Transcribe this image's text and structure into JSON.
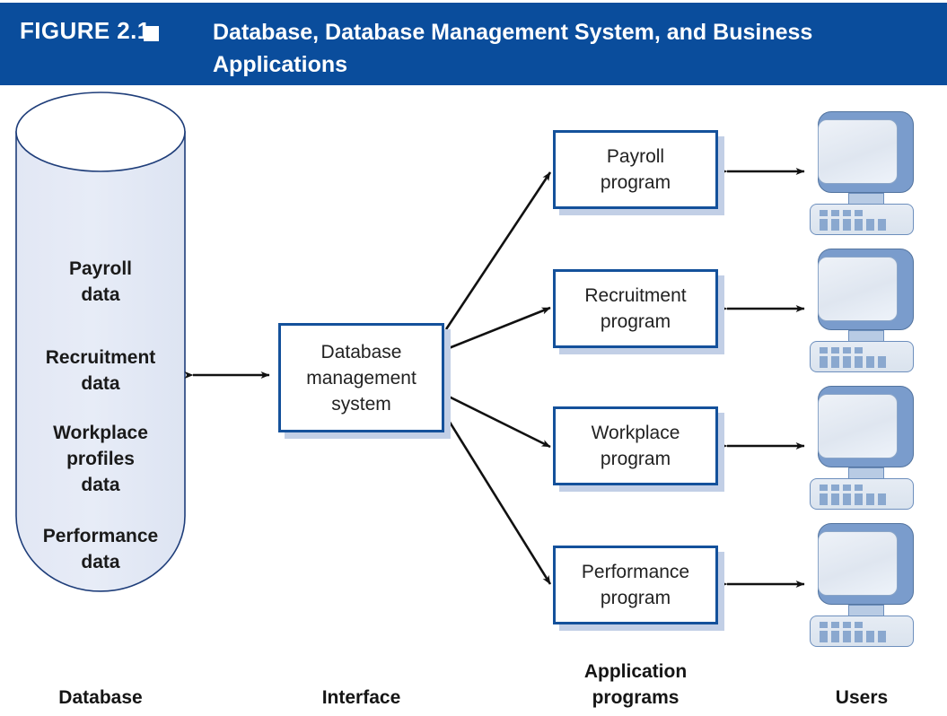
{
  "header": {
    "figure_label": "FIGURE 2.1",
    "marker_icon": "square-marker-icon",
    "title": "Database, Database Management System, and Business Applications",
    "background_color": "#0a4d9c",
    "text_color": "#ffffff"
  },
  "database": {
    "shape": "cylinder",
    "fill_color": "#e4e9f5",
    "stroke_color": "#1f3e7a",
    "contents": [
      "Payroll\ndata",
      "Recruitment\ndata",
      "Workplace\nprofiles\ndata",
      "Performance\ndata"
    ],
    "items": [
      {
        "line1": "Payroll",
        "line2": "data",
        "line3": ""
      },
      {
        "line1": "Recruitment",
        "line2": "data",
        "line3": ""
      },
      {
        "line1": "Workplace",
        "line2": "profiles",
        "line3": "data"
      },
      {
        "line1": "Performance",
        "line2": "data",
        "line3": ""
      }
    ]
  },
  "interface": {
    "dbms_label": "Database management system",
    "dbms_line1": "Database",
    "dbms_line2": "management",
    "dbms_line3": "system",
    "border_color": "#14519b",
    "shadow_color": "#c2cfe6"
  },
  "application_programs": [
    {
      "line1": "Payroll",
      "line2": "program"
    },
    {
      "line1": "Recruitment",
      "line2": "program"
    },
    {
      "line1": "Workplace",
      "line2": "program"
    },
    {
      "line1": "Performance",
      "line2": "program"
    }
  ],
  "users": [
    {
      "icon": "computer-monitor-icon",
      "index": 1
    },
    {
      "icon": "computer-monitor-icon",
      "index": 2
    },
    {
      "icon": "computer-monitor-icon",
      "index": 3
    },
    {
      "icon": "computer-monitor-icon",
      "index": 4
    }
  ],
  "column_captions": {
    "database": "Database",
    "interface": "Interface",
    "application_programs_line1": "Application",
    "application_programs_line2": "programs",
    "users": "Users"
  },
  "connectors": {
    "style": "double-headed-arrow",
    "color": "#111111",
    "database_to_dbms": "bidirectional",
    "dbms_to_programs": "bidirectional",
    "programs_to_users": "bidirectional"
  },
  "colors": {
    "banner_blue": "#0a4d9c",
    "box_border_blue": "#14519b",
    "cylinder_fill": "#e4e9f5",
    "monitor_bezel": "#7a9ccc",
    "shadow": "#c2cfe6"
  }
}
